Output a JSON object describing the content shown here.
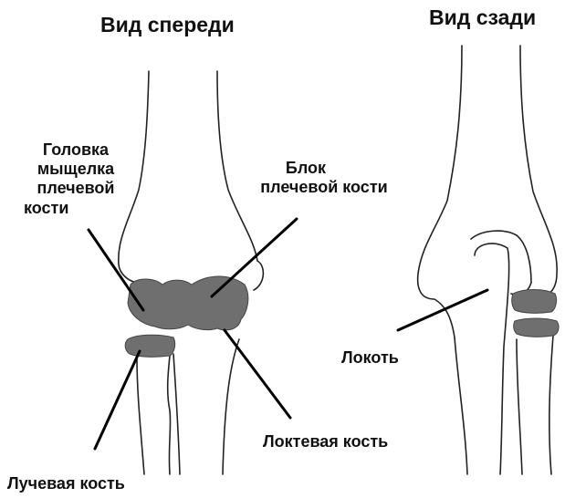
{
  "headings": {
    "front_view": "Вид спереди",
    "back_view": "Вид сзади"
  },
  "labels": {
    "capitulum": [
      "Головка",
      "мыщелка",
      "плечевой",
      "кости"
    ],
    "trochlea": [
      "Блок",
      "плечевой кости"
    ],
    "olecranon": "Локоть",
    "ulna": "Локтевая кость",
    "radius": "Лучевая кость"
  },
  "colors": {
    "outline": "#222222",
    "cartilage": "#6f6f6f",
    "leader": "#000000",
    "background": "#ffffff"
  }
}
